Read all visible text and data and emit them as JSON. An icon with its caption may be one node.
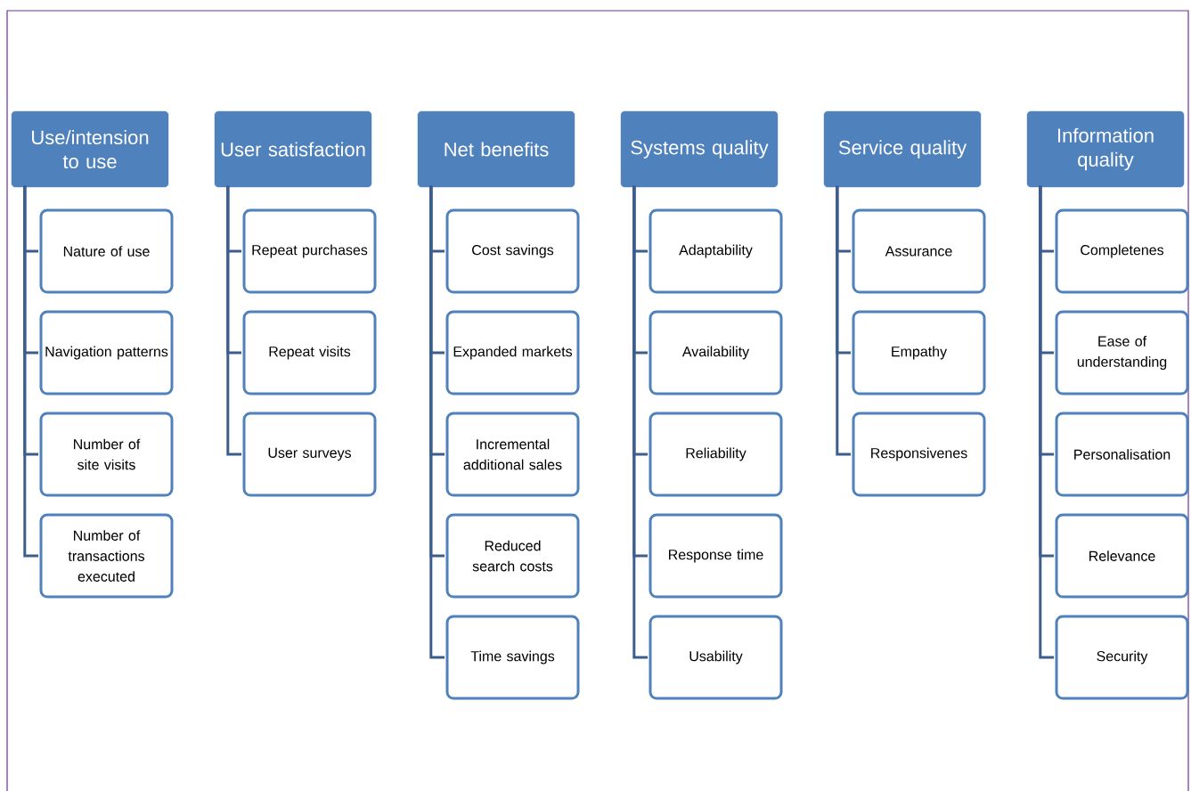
{
  "diagram": {
    "nodes": [
      {
        "text": [
          "Use/intension to use"
        ]
      },
      {
        "text": [
          "Nature of use"
        ]
      },
      {
        "text": [
          "Navigation patterns"
        ]
      },
      {
        "text": [
          "Number of site visits"
        ]
      },
      {
        "text": [
          "Number of transactions executed"
        ]
      },
      {
        "text": [
          "User satisfaction"
        ]
      },
      {
        "text": [
          "Repeat purchases"
        ]
      },
      {
        "text": [
          "Repeat visits"
        ]
      },
      {
        "text": [
          "User surveys"
        ]
      },
      {
        "text": [
          "Net benefits"
        ]
      },
      {
        "text": [
          "Cost savings"
        ]
      },
      {
        "text": [
          "Expanded markets"
        ]
      },
      {
        "text": [
          "Incremental additional sales"
        ]
      },
      {
        "text": [
          "Reduced search costs"
        ]
      },
      {
        "text": [
          "Time savings"
        ]
      },
      {
        "text": [
          "Systems quality"
        ]
      },
      {
        "text": [
          "Adaptability"
        ]
      },
      {
        "text": [
          "Availability"
        ]
      },
      {
        "text": [
          "Reliability"
        ]
      },
      {
        "text": [
          "Response time"
        ]
      },
      {
        "text": [
          "Usability"
        ]
      },
      {
        "text": [
          "Service quality"
        ]
      },
      {
        "text": [
          "Assurance"
        ]
      },
      {
        "text": [
          "Empathy"
        ]
      },
      {
        "text": [
          "Responsivenes"
        ]
      },
      {
        "text": [
          "Information quality"
        ]
      },
      {
        "text": [
          "Completenes"
        ]
      },
      {
        "text": [
          "Ease of understanding"
        ]
      },
      {
        "text": [
          "Personalisation"
        ]
      },
      {
        "text": [
          "Relevance"
        ]
      },
      {
        "text": [
          "Security"
        ]
      }
    ],
    "edges": [
      {
        "from": 0,
        "to": 1,
        "arrow": "none"
      },
      {
        "from": 0,
        "to": 2,
        "arrow": "none"
      },
      {
        "from": 0,
        "to": 3,
        "arrow": "none"
      },
      {
        "from": 0,
        "to": 4,
        "arrow": "none"
      },
      {
        "from": 5,
        "to": 6,
        "arrow": "none"
      },
      {
        "from": 5,
        "to": 7,
        "arrow": "none"
      },
      {
        "from": 5,
        "to": 8,
        "arrow": "none"
      },
      {
        "from": 9,
        "to": 10,
        "arrow": "none"
      },
      {
        "from": 9,
        "to": 11,
        "arrow": "none"
      },
      {
        "from": 9,
        "to": 12,
        "arrow": "none"
      },
      {
        "from": 9,
        "to": 13,
        "arrow": "none"
      },
      {
        "from": 9,
        "to": 14,
        "arrow": "none"
      },
      {
        "from": 15,
        "to": 16,
        "arrow": "none"
      },
      {
        "from": 15,
        "to": 17,
        "arrow": "none"
      },
      {
        "from": 15,
        "to": 18,
        "arrow": "none"
      },
      {
        "from": 15,
        "to": 19,
        "arrow": "none"
      },
      {
        "from": 15,
        "to": 20,
        "arrow": "none"
      },
      {
        "from": 21,
        "to": 22,
        "arrow": "none"
      },
      {
        "from": 21,
        "to": 23,
        "arrow": "none"
      },
      {
        "from": 21,
        "to": 24,
        "arrow": "none"
      },
      {
        "from": 25,
        "to": 26,
        "arrow": "none"
      },
      {
        "from": 25,
        "to": 27,
        "arrow": "none"
      },
      {
        "from": 25,
        "to": 28,
        "arrow": "none"
      },
      {
        "from": 25,
        "to": 29,
        "arrow": "none"
      },
      {
        "from": 25,
        "to": 30,
        "arrow": "none"
      }
    ]
  }
}
